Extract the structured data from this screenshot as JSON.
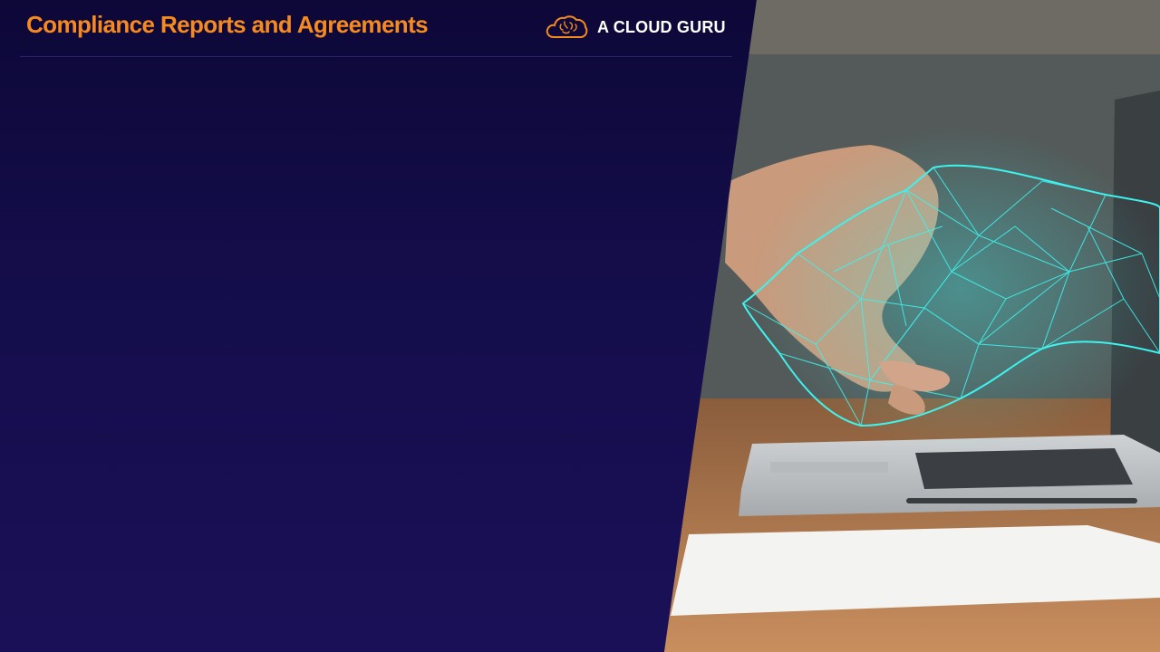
{
  "slide": {
    "title": "Compliance Reports and Agreements",
    "brand": {
      "name": "A CLOUD GURU",
      "logo_icon": "cloud-brain-icon"
    },
    "image": {
      "subject": "handshake-image"
    }
  },
  "colors": {
    "title": "#f58a20",
    "brand_text": "#ffffff",
    "background": "#130b3d",
    "mesh": "#3ef2ee"
  }
}
